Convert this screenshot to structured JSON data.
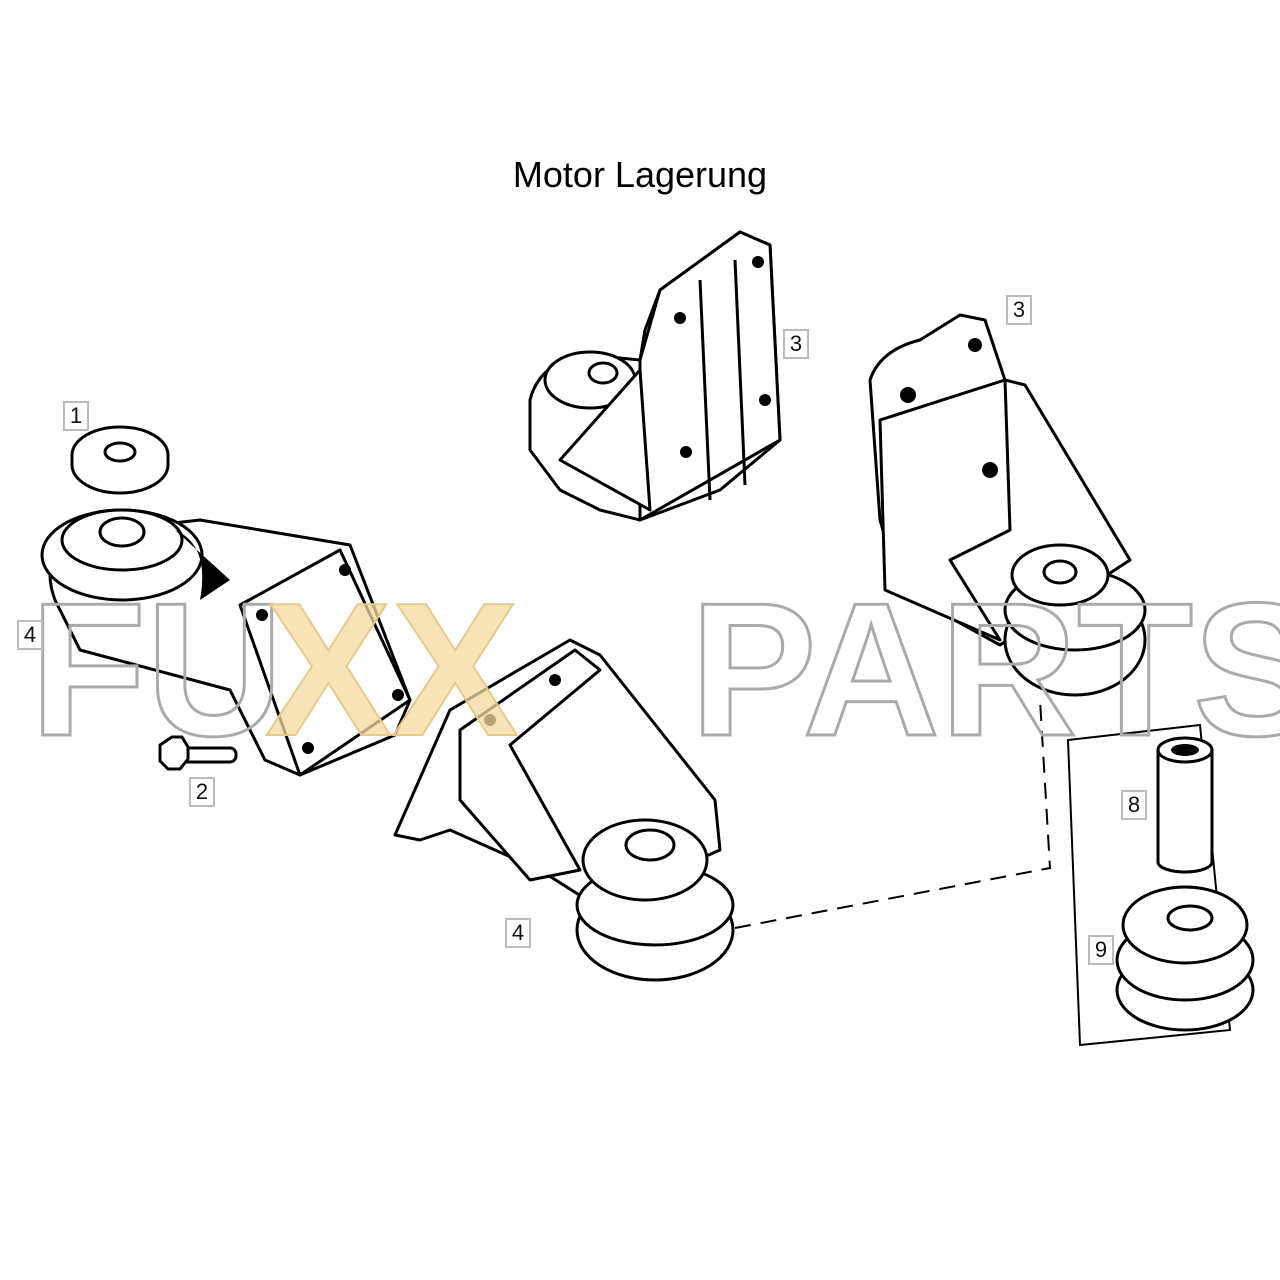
{
  "title": "Motor Lagerung",
  "watermark": {
    "part1": "FU",
    "part2": "XX",
    "part3": "PARTS",
    "full": "FUXXPARTS"
  },
  "labels": {
    "washer": "1",
    "bolt": "2",
    "bracket_top": "3",
    "bracket_right": "3",
    "mount_left": "4",
    "mount_center": "4",
    "sleeve": "8",
    "rubber_buffer": "9"
  }
}
